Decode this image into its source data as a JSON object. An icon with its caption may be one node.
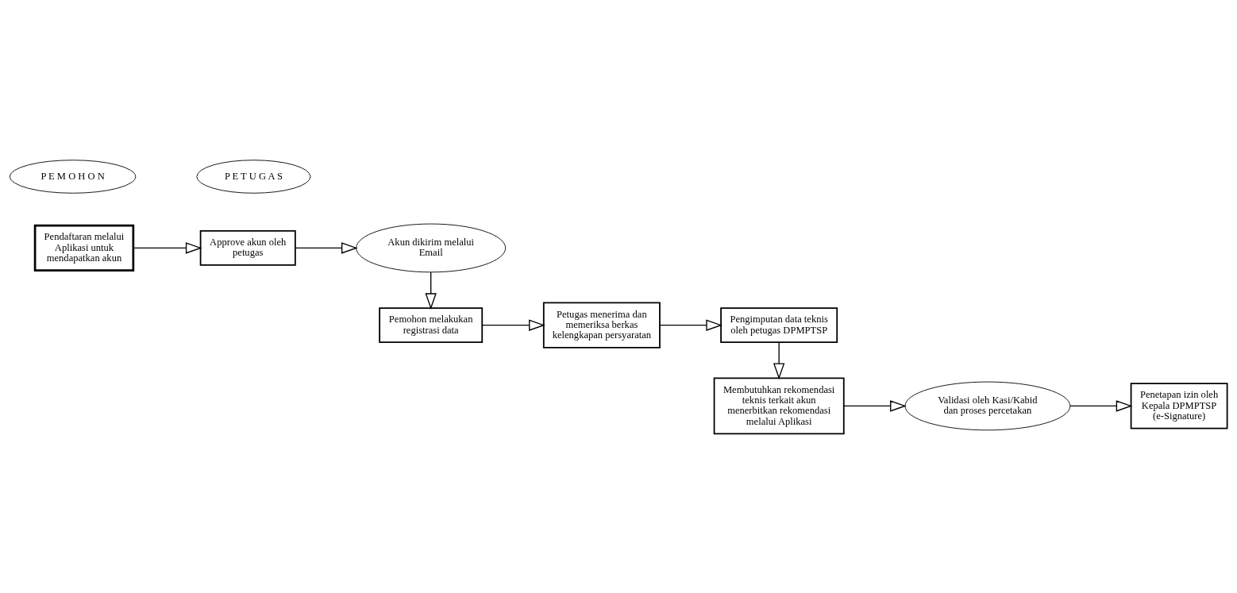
{
  "diagram": {
    "nodes": [
      {
        "text": [
          "P E M O H O N"
        ]
      },
      {
        "text": [
          "Pendaftaran melalui Aplikasi untuk mendapatkan akun"
        ]
      },
      {
        "text": [
          "P E T U G A S"
        ]
      },
      {
        "text": [
          "Approve akun oleh petugas"
        ]
      },
      {
        "text": [
          "Akun dikirim melalui Email"
        ]
      },
      {
        "text": [
          "Pemohon melakukan registrasi data"
        ]
      },
      {
        "text": [
          "Petugas menerima dan memeriksa berkas kelengkapan persyaratan"
        ]
      },
      {
        "text": [
          "Pengimputan data teknis oleh petugas DPMPTSP"
        ]
      },
      {
        "text": [
          "Membutuhkan rekomendasi teknis terkait akun menerbitkan rekomendasi melalui Aplikasi"
        ]
      },
      {
        "text": [
          "Validasi oleh Kasi/Kabid dan proses percetakan"
        ]
      },
      {
        "text": [
          "Penetapan izin oleh Kepala DPMPTSP (e-Signature)"
        ]
      }
    ],
    "edges": [
      {
        "from": 1,
        "to": 3,
        "arrow": "to"
      },
      {
        "from": 3,
        "to": 4,
        "arrow": "to"
      },
      {
        "from": 4,
        "to": 5,
        "arrow": "to"
      },
      {
        "from": 5,
        "to": 6,
        "arrow": "to"
      },
      {
        "from": 6,
        "to": 7,
        "arrow": "to"
      },
      {
        "from": 7,
        "to": 8,
        "arrow": "to"
      },
      {
        "from": 8,
        "to": 9,
        "arrow": "to"
      },
      {
        "from": 9,
        "to": 10,
        "arrow": "to"
      }
    ]
  }
}
